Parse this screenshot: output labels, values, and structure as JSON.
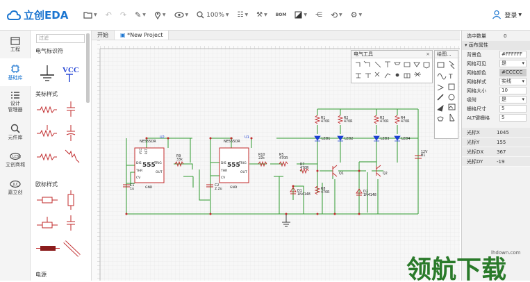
{
  "header": {
    "logo_text": "立创EDA",
    "zoom": "100%",
    "bom": "BOM",
    "login": "登录"
  },
  "leftnav": [
    {
      "label": "工程"
    },
    {
      "label": "基础库"
    },
    {
      "label": "设计\n管理器"
    },
    {
      "label": "元件库"
    },
    {
      "label": "立创商城"
    },
    {
      "label": "嘉立创"
    }
  ],
  "library": {
    "search_placeholder": "过滤",
    "cat_electric": "电气标识符",
    "cat_us": "美标样式",
    "cat_eu": "欧标样式",
    "cat_power": "电源",
    "vcc": "VCC"
  },
  "tabs": [
    {
      "label": "开始"
    },
    {
      "label": "*New Project"
    }
  ],
  "panels": {
    "electric_tools": "电气工具",
    "drawing_tools": "绘图..."
  },
  "schematic": {
    "u2": "U2",
    "u1": "U1",
    "chip_name": "NE555DR",
    "chip_body": "555",
    "pins_left": [
      "DIS",
      "THR",
      "TRIG",
      "CV"
    ],
    "pins_right": [
      "RST",
      "OUT"
    ],
    "vcc": "VCC",
    "gnd": "GND",
    "r9": "R9",
    "r9v": "33k",
    "r10": "R10",
    "r10v": "22k",
    "r5": "R5",
    "r5v": "470R",
    "r7": "R7",
    "r7v": "470R",
    "r8": "R8",
    "r8v": "470R",
    "r1": "R1",
    "r2": "R2",
    "r3": "R3",
    "r4": "R4",
    "rv": "470R",
    "led1": "LED1",
    "led2": "LED2",
    "led3": "LED3",
    "led4": "LED4",
    "d1": "D1",
    "d1v": "1N4148",
    "d2": "D2",
    "d2v": "1N4148",
    "q1": "Q1",
    "q2": "Q2",
    "c1": "C1",
    "c1v": "1u",
    "c2": "C2",
    "c2v": "2.2u",
    "b1": "B1",
    "b1v": "12V"
  },
  "props": {
    "selected_label": "选中数量",
    "selected_value": "0",
    "canvas_section": "画布属性",
    "rows": [
      {
        "k": "背景色",
        "v": "#FFFFFF"
      },
      {
        "k": "网格可见",
        "v": "是"
      },
      {
        "k": "网格颜色",
        "v": "#CCCCC"
      },
      {
        "k": "网格样式",
        "v": "实线"
      },
      {
        "k": "网格大小",
        "v": "10"
      },
      {
        "k": "吸附",
        "v": "是"
      },
      {
        "k": "栅格尺寸",
        "v": "5"
      },
      {
        "k": "ALT键栅格",
        "v": "5"
      }
    ],
    "coords": [
      {
        "k": "光标X",
        "v": "1045"
      },
      {
        "k": "光标Y",
        "v": "155"
      },
      {
        "k": "光标DX",
        "v": "367"
      },
      {
        "k": "光标DY",
        "v": "-19"
      }
    ]
  },
  "watermark": {
    "text": "领航下载",
    "site": "lhdown.com"
  },
  "colors": {
    "accent": "#1b75d0",
    "wire": "#2e9a2e",
    "part": "#c0282a",
    "led": "#1d3fd3"
  }
}
